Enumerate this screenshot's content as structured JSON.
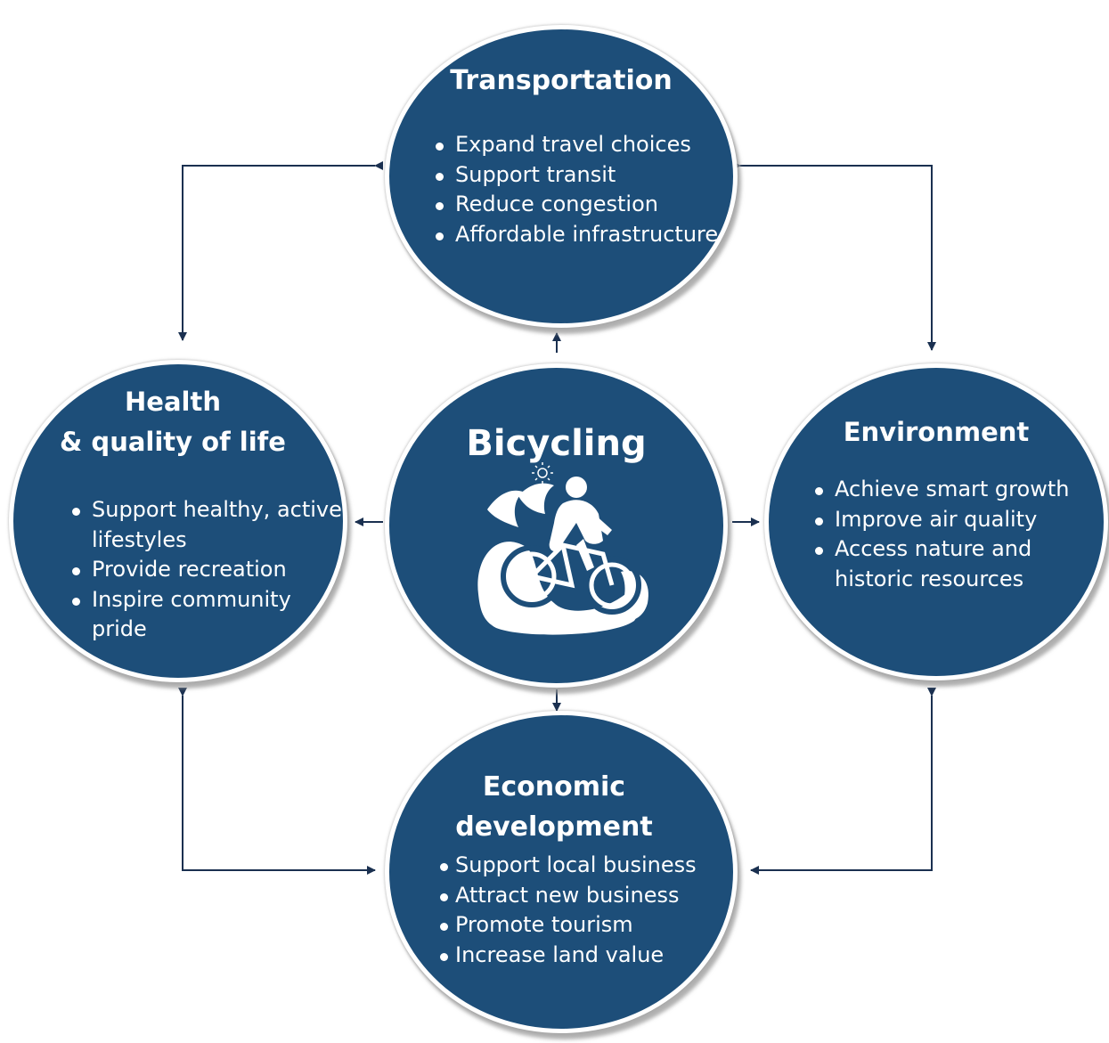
{
  "center": {
    "title": "Bicycling",
    "icon": "cyclist-icon"
  },
  "transportation": {
    "title": "Transportation",
    "items": [
      "Expand travel choices",
      "Support transit",
      "Reduce congestion",
      "Affordable infrastructure"
    ]
  },
  "health": {
    "title_line1": "Health",
    "title_line2": "& quality of life",
    "items": [
      "Support healthy, active lifestyles",
      "Provide recreation",
      "Inspire community pride"
    ]
  },
  "environment": {
    "title": "Environment",
    "items": [
      "Achieve smart growth",
      "Improve air quality",
      "Access nature and historic resources"
    ]
  },
  "economic": {
    "title_line1": "Economic",
    "title_line2": "development",
    "items": [
      "Support local business",
      "Attract new business",
      "Promote tourism",
      "Increase land value"
    ]
  },
  "colors": {
    "circle_fill": "#1d4e79",
    "connector": "#1a3050",
    "text": "#ffffff"
  }
}
